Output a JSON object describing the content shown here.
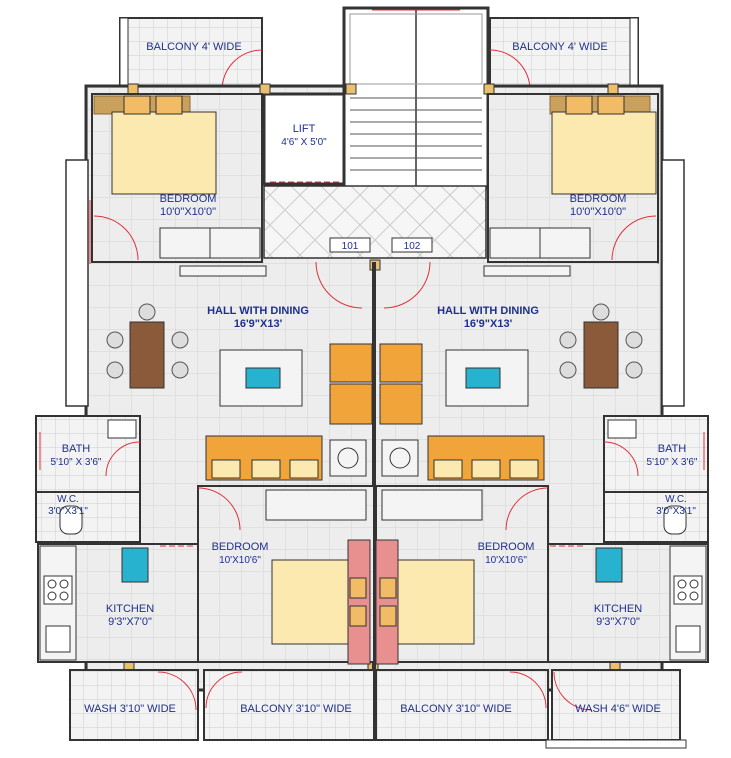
{
  "colors": {
    "wall": "#3a3a3a",
    "floor": "#ececec",
    "floor_grid": "#d6d6d6",
    "balcony_grid": "#c9c9c9",
    "door_arc": "#e0303a",
    "label": "#1f2f8f",
    "sofa": "#f0a43a",
    "bed": "#fbe9b0",
    "pillow": "#f2bb66",
    "headboard": "#e89090",
    "counter": "#f4f4f4",
    "tv": "#27b3d0",
    "column": "#e8c070",
    "dining": "#8a5a3a"
  },
  "labels": {
    "balcony_top_left": "BALCONY 4' WIDE",
    "balcony_top_right": "BALCONY 4' WIDE",
    "lift_name": "LIFT",
    "lift_size": "4'6\" X 5'0\"",
    "bedroom_left_name": "BEDROOM",
    "bedroom_left_size": "10'0\"X10'0\"",
    "bedroom_right_name": "BEDROOM",
    "bedroom_right_size": "10'0\"X10'0\"",
    "flat_left_no": "101",
    "flat_right_no": "102",
    "hall_left_name": "HALL WITH DINING",
    "hall_left_size": "16'9\"X13'",
    "hall_right_name": "HALL WITH DINING",
    "hall_right_size": "16'9\"X13'",
    "bath_left_name": "BATH",
    "bath_left_size": "5'10\" X 3'6\"",
    "bath_right_name": "BATH",
    "bath_right_size": "5'10\" X 3'6\"",
    "wc_left_name": "W.C.",
    "wc_left_size": "3'0\"X3'1\"",
    "wc_right_name": "W.C.",
    "wc_right_size": "3'0\"X3'1\"",
    "bedroom_lower_left_name": "BEDROOM",
    "bedroom_lower_left_size": "10'X10'6\"",
    "bedroom_lower_right_name": "BEDROOM",
    "bedroom_lower_right_size": "10'X10'6\"",
    "kitchen_left_name": "KITCHEN",
    "kitchen_left_size": "9'3\"X7'0\"",
    "kitchen_right_name": "KITCHEN",
    "kitchen_right_size": "9'3\"X7'0\"",
    "wash_left": "WASH 3'10\" WIDE",
    "balcony_bottom_left": "BALCONY 3'10\" WIDE",
    "balcony_bottom_right": "BALCONY 3'10\" WIDE",
    "wash_right": "WASH 4'6\" WIDE"
  }
}
